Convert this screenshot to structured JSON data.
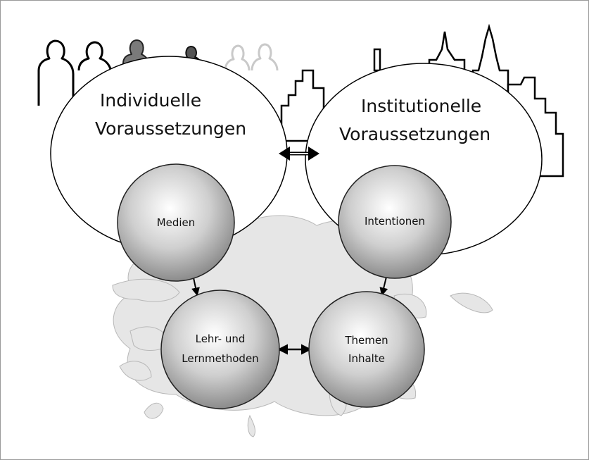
{
  "diagram": {
    "left_circle": {
      "line1": "Individuelle",
      "line2": "Voraussetzungen"
    },
    "right_circle": {
      "line1": "Institutionelle",
      "line2": "Voraussetzungen"
    },
    "nodes": {
      "medien": "Medien",
      "intentionen": "Intentionen",
      "lehr_line1": "Lehr- und",
      "lehr_line2": "Lernmethoden",
      "themen_line1": "Themen",
      "themen_line2": "Inhalte"
    }
  }
}
